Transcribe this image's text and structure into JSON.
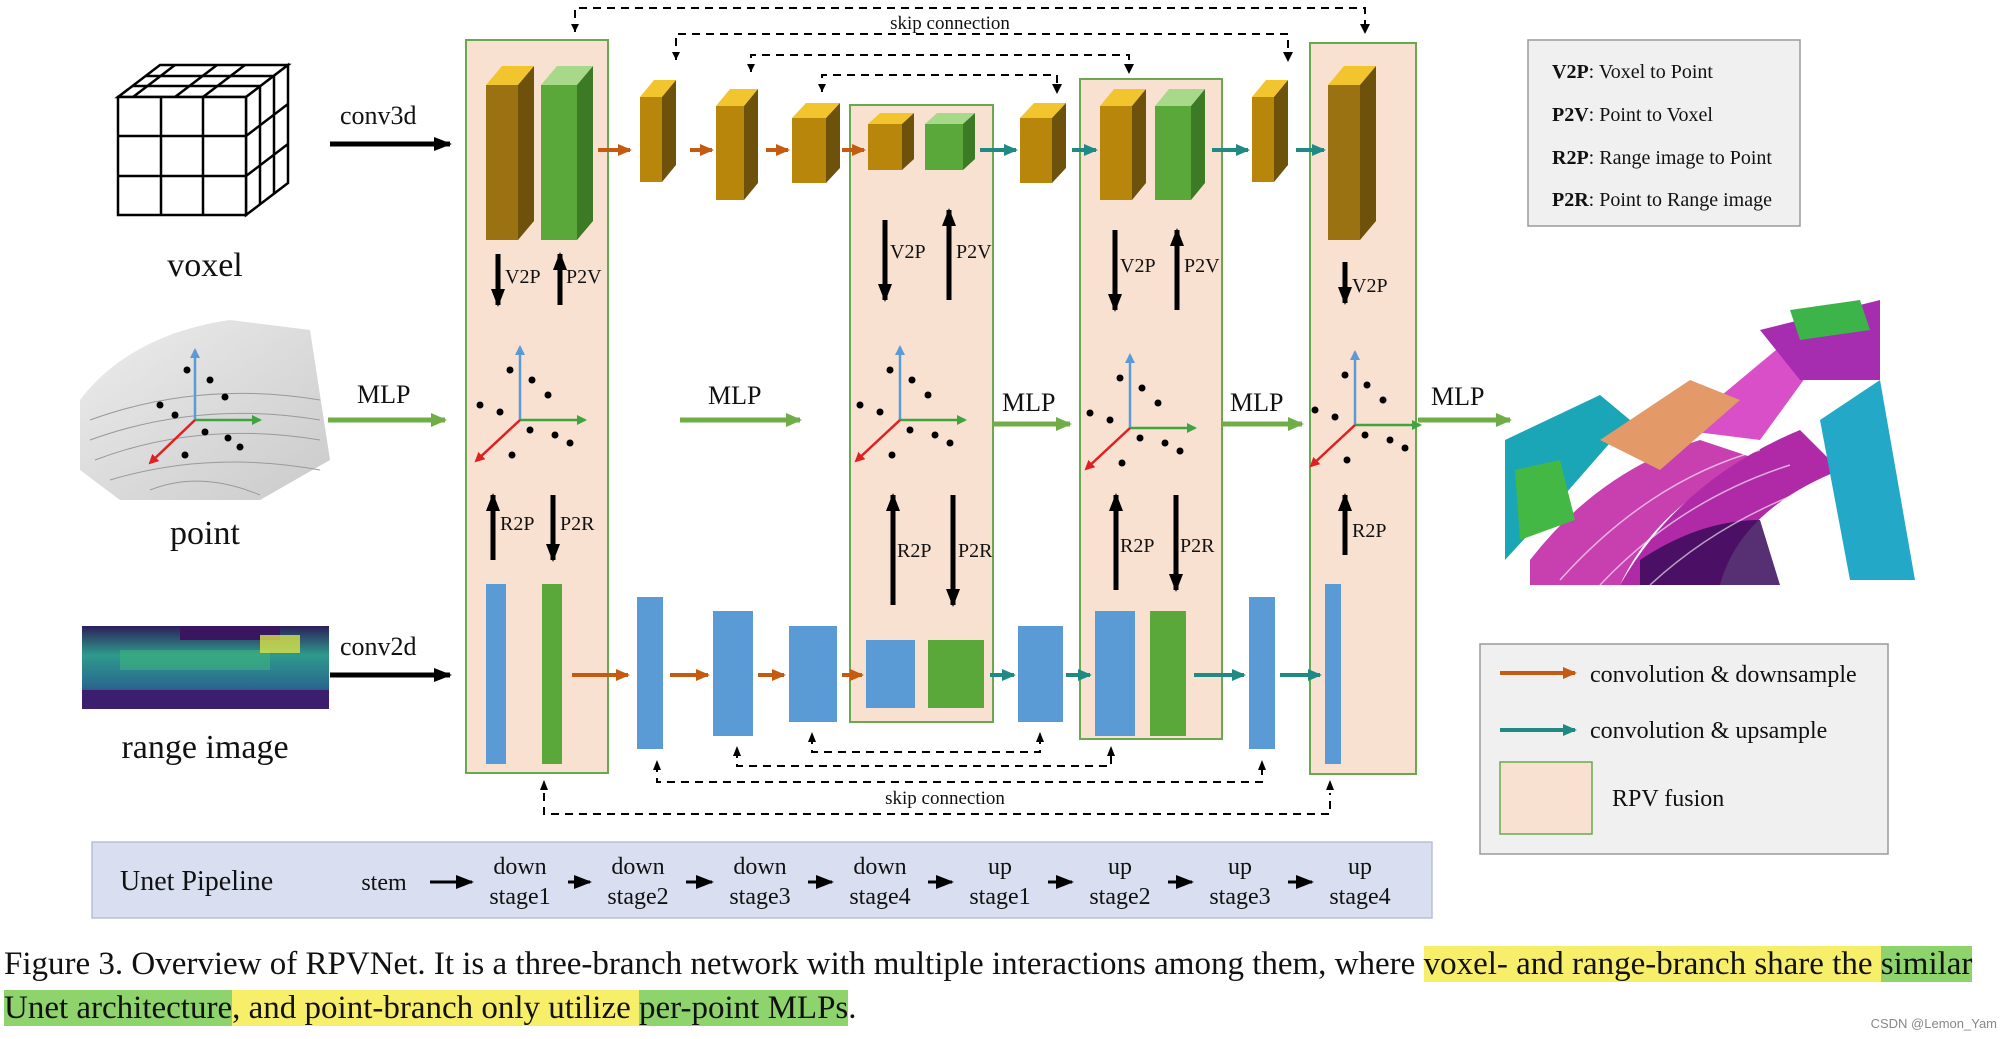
{
  "inputs": {
    "voxel_label": "voxel",
    "point_label": "point",
    "range_label": "range image",
    "conv3d": "conv3d",
    "conv2d": "conv2d",
    "mlp": "MLP"
  },
  "ops": {
    "v2p": "V2P",
    "p2v": "P2V",
    "r2p": "R2P",
    "p2r": "P2R"
  },
  "skip_connection": "skip connection",
  "legend_top": {
    "items": [
      {
        "key": "V2P",
        "text": ": Voxel to Point"
      },
      {
        "key": "P2V",
        "text": ": Point to Voxel"
      },
      {
        "key": "R2P",
        "text": ": Range image to Point"
      },
      {
        "key": "P2R",
        "text": ": Point to Range image"
      }
    ]
  },
  "legend_bottom": {
    "conv_down": "convolution & downsample",
    "conv_up": "convolution & upsample",
    "rpv": "RPV fusion"
  },
  "pipeline": {
    "title": "Unet Pipeline",
    "stages": [
      {
        "top": "",
        "bottom": "stem"
      },
      {
        "top": "down",
        "bottom": "stage1"
      },
      {
        "top": "down",
        "bottom": "stage2"
      },
      {
        "top": "down",
        "bottom": "stage3"
      },
      {
        "top": "down",
        "bottom": "stage4"
      },
      {
        "top": "up",
        "bottom": "stage1"
      },
      {
        "top": "up",
        "bottom": "stage2"
      },
      {
        "top": "up",
        "bottom": "stage3"
      },
      {
        "top": "up",
        "bottom": "stage4"
      }
    ]
  },
  "caption": {
    "p1": "Figure 3. Overview of RPVNet. It is a three-branch network with multiple interactions among them, where ",
    "h1": "voxel- and range-branch share the ",
    "h2": "similar Unet architecture",
    "p2": ", and point-branch only utilize ",
    "h3": "per-point MLPs",
    "p3": "."
  },
  "watermark": "CSDN @Lemon_Yam",
  "colors": {
    "fusion_fill": "#f9e1d1",
    "fusion_border": "#6aa84f",
    "voxel_face": "#9a7212",
    "voxel_top": "#f2c52e",
    "green_block": "#5aa83a",
    "range_block": "#5b9bd5",
    "down_arrow": "#c55a11",
    "up_arrow": "#1f8a84",
    "mlp_arrow": "#70ad47",
    "pipeline_bg": "#d9dff0"
  }
}
